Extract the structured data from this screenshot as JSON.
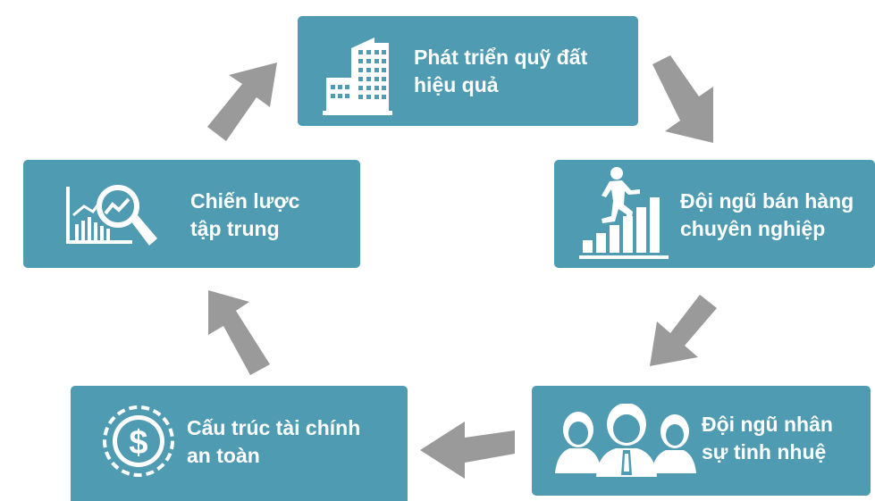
{
  "colors": {
    "box": "#4f9bb2",
    "arrow": "#9a9a9a",
    "icon": "#ffffff"
  },
  "steps": [
    {
      "line1": "Phát triển quỹ đất",
      "line2": "hiệu quả",
      "icon": "building-icon"
    },
    {
      "line1": "Đội ngũ bán hàng",
      "line2": "chuyên nghiệp",
      "icon": "stairs-climber-icon"
    },
    {
      "line1": "Đội ngũ nhân",
      "line2": "sự tinh nhuệ",
      "icon": "team-people-icon"
    },
    {
      "line1": "Cấu trúc tài chính",
      "line2": "an toàn",
      "icon": "dollar-coin-icon"
    },
    {
      "line1": "Chiến lược",
      "line2": "tập trung",
      "icon": "chart-magnifier-icon"
    }
  ]
}
